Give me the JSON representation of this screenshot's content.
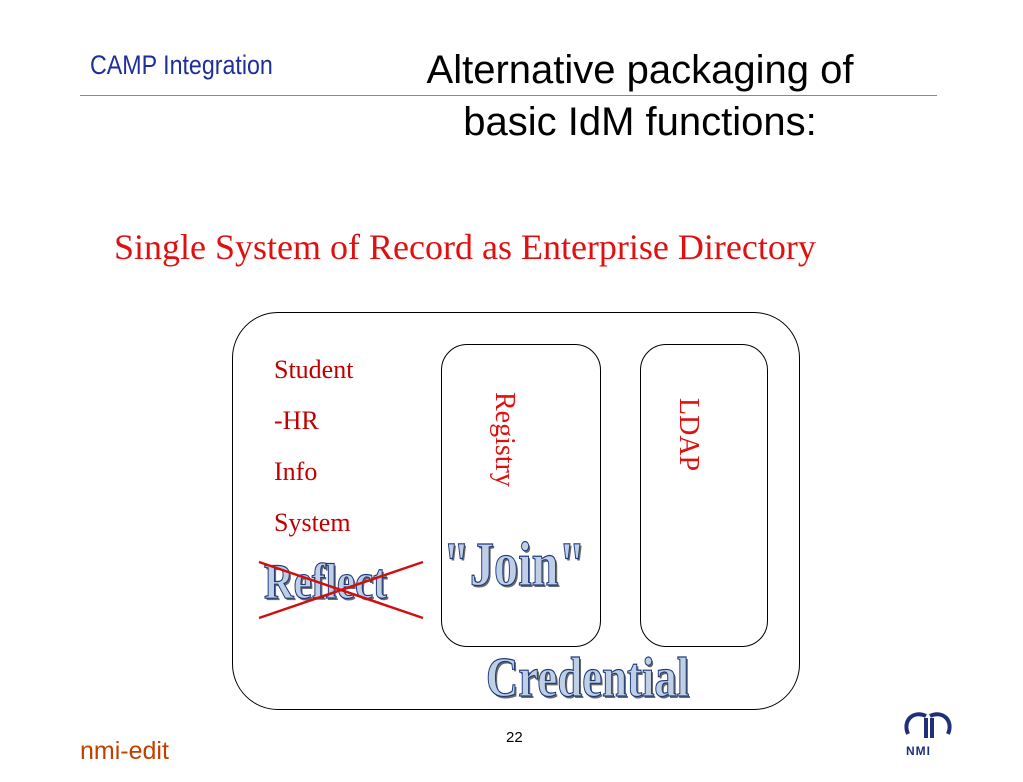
{
  "header": {
    "section": "CAMP Integration"
  },
  "slide": {
    "title_line1": "Alternative packaging of",
    "title_line2": "basic IdM functions:",
    "subtitle": "Single System of Record as Enterprise Directory"
  },
  "diagram": {
    "sor_lines": [
      "Student",
      "-HR",
      "Info",
      "System"
    ],
    "registry_label": "Registry",
    "ldap_label": "LDAP",
    "reflect_label": "Reflect",
    "join_label": "\"Join\"",
    "credential_label": "Credential"
  },
  "footer": {
    "brand": "nmi-edit",
    "page_number": "22",
    "logo_text": "NMI"
  },
  "colors": {
    "title_blue": "#1f2f9a",
    "subtitle_red": "#e01010",
    "footer_orange": "#c04000",
    "strike_red": "#d01010"
  }
}
